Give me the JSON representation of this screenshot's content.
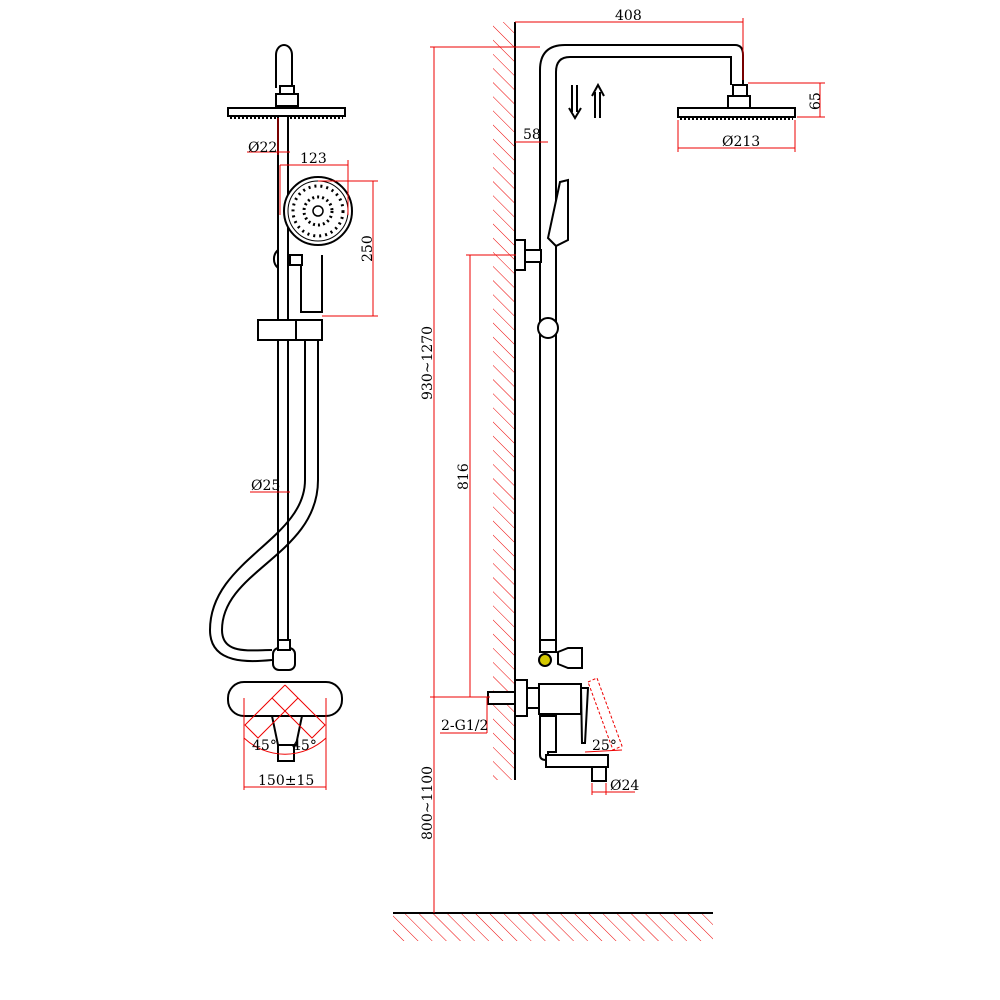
{
  "drawing": {
    "front_view": {
      "pipe_diameter": "Ø22",
      "handshower_width": "123",
      "handshower_length": "250",
      "riser_diameter": "Ø25",
      "angle_left": "45°",
      "angle_right": "45°",
      "inlet_spacing": "150±15"
    },
    "side_view": {
      "arm_length": "408",
      "head_height": "65",
      "head_diameter": "Ø213",
      "wall_offset": "58",
      "total_height_range": "930~1270",
      "bracket_to_inlet": "816",
      "inlet_height_range": "800~1100",
      "inlet_thread": "2-G1/2",
      "lever_angle": "25°",
      "spout_diameter": "Ø24"
    },
    "colors": {
      "outline": "#000000",
      "dimension": "#e00000",
      "accent": "#d4c800"
    }
  }
}
